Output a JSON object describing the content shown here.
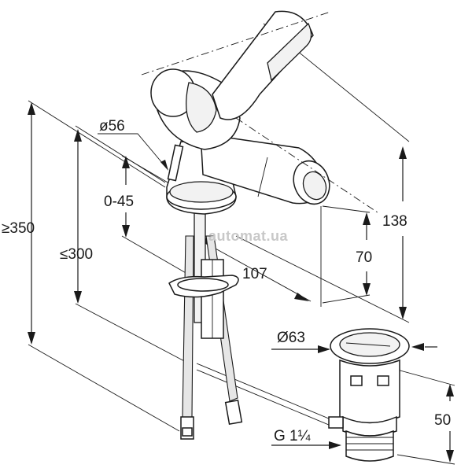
{
  "diagram": {
    "watermark": "automat.ua",
    "dimensions": {
      "height_min_total": "≥350",
      "height_max_spout": "≤300",
      "base_diameter": "ø56",
      "deck_thickness": "0-45",
      "spout_reach": "107",
      "spout_height": "70",
      "total_height": "138",
      "drain_diameter": "Ø63",
      "drain_height": "50",
      "drain_thread": "G 1¼"
    }
  }
}
